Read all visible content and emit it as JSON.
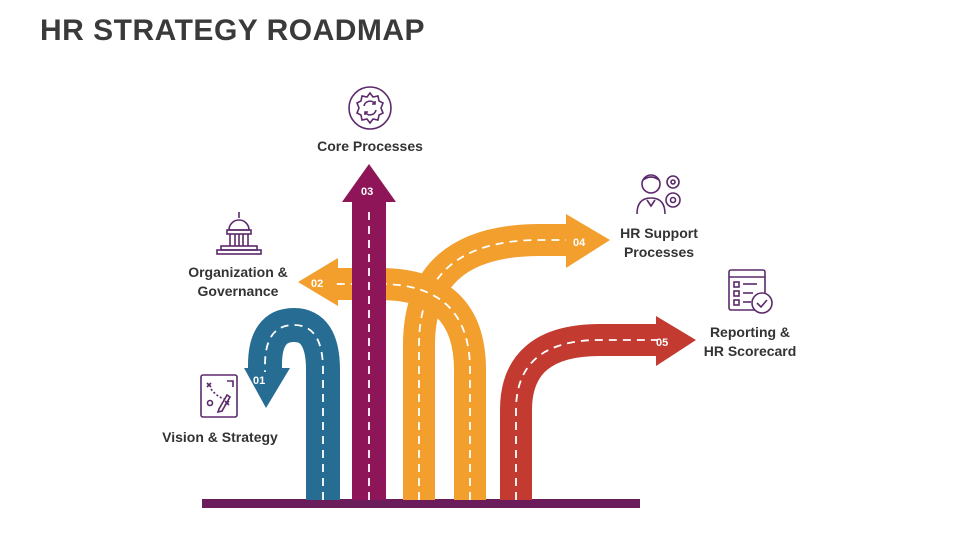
{
  "title": "HR STRATEGY ROADMAP",
  "colors": {
    "purple": "#8e1558",
    "blue": "#276d93",
    "orange": "#f29f2e",
    "red": "#c23a30",
    "base": "#6a1d5a",
    "icon": "#5b2a6b"
  },
  "steps": [
    {
      "number": "01",
      "label": "Vision & Strategy",
      "icon": "strategy-board-icon",
      "color": "#276d93"
    },
    {
      "number": "02",
      "label": "Organization &\nGovernance",
      "icon": "capitol-building-icon",
      "color": "#f29f2e"
    },
    {
      "number": "03",
      "label": "Core Processes",
      "icon": "process-gear-icon",
      "color": "#8e1558"
    },
    {
      "number": "04",
      "label": "HR Support\nProcesses",
      "icon": "person-gears-icon",
      "color": "#f29f2e"
    },
    {
      "number": "05",
      "label": "Reporting &\nHR Scorecard",
      "icon": "checklist-report-icon",
      "color": "#c23a30"
    }
  ]
}
